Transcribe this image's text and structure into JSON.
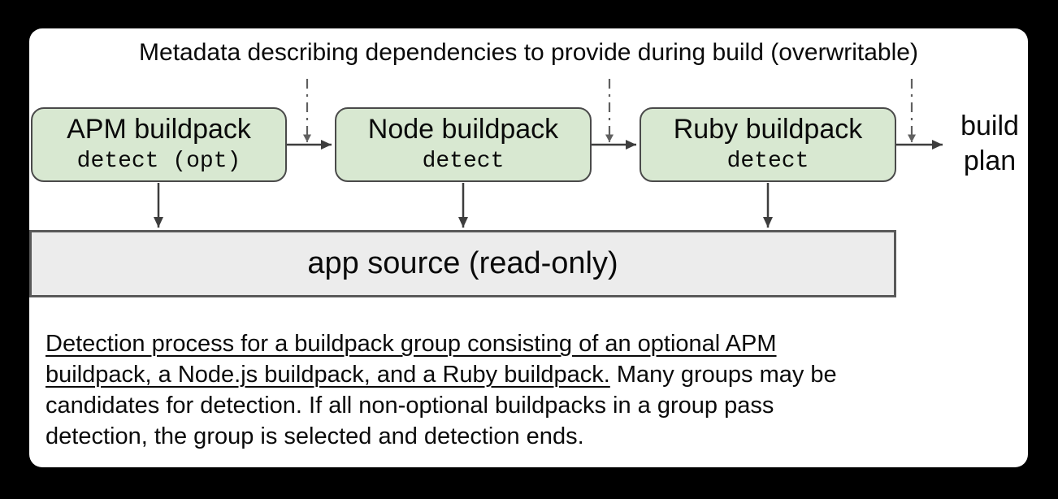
{
  "title": "Metadata describing dependencies to provide during build (overwritable)",
  "pipeline": {
    "boxes": [
      {
        "name": "APM buildpack",
        "detect_label": "detect (opt)"
      },
      {
        "name": "Node buildpack",
        "detect_label": "detect"
      },
      {
        "name": "Ruby buildpack",
        "detect_label": "detect"
      }
    ],
    "output": {
      "line1": "build",
      "line2": "plan"
    }
  },
  "app_source": {
    "label": "app source (read-only)"
  },
  "caption": {
    "lines": [
      {
        "underlined": "Detection process for a buildpack group consisting of an optional APM",
        "normal": ""
      },
      {
        "underlined": "buildpack, a Node.js buildpack, and a Ruby buildpack.",
        "normal": " Many groups may be"
      },
      {
        "underlined": "",
        "normal": "candidates for detection. If all non-optional buildpacks in a group pass"
      },
      {
        "underlined": "",
        "normal": "detection, the group is selected and detection ends."
      }
    ]
  },
  "colors": {
    "background": "#000000",
    "panel": "#ffffff",
    "box_fill": "#d8e8d1",
    "box_border": "#4a4a4a",
    "bar_fill": "#ececec",
    "bar_border": "#595959",
    "solid_arrow": "#3d3d3d",
    "dashed_arrow": "#606060",
    "text": "#0a0a0a"
  }
}
